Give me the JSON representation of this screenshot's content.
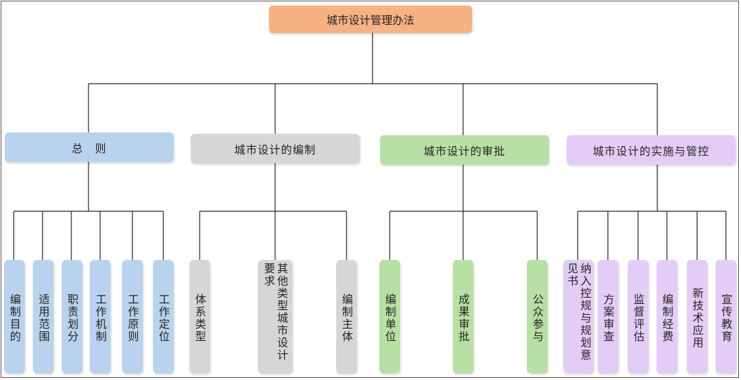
{
  "root": {
    "label": "城市设计管理办法"
  },
  "categories": [
    {
      "label": "总　则",
      "color": "#b9d3ee",
      "items": [
        "编制目的",
        "适用范围",
        "职责划分",
        "工作机制",
        "工作原则",
        "工作定位"
      ]
    },
    {
      "label": "城市设计的编制",
      "color": "#d6d6d6",
      "items": [
        "体系类型",
        "其他类型城市设计要求",
        "编制主体"
      ]
    },
    {
      "label": "城市设计的审批",
      "color": "#b9e0a4",
      "items": [
        "编制单位",
        "成果审批",
        "公众参与"
      ]
    },
    {
      "label": "城市设计的实施与管控",
      "color": "#e3cdf7",
      "items": [
        "纳入控规与规划意见书",
        "方案审查",
        "监督评估",
        "编制经费",
        "新技术应用",
        "宣传教育"
      ]
    }
  ]
}
